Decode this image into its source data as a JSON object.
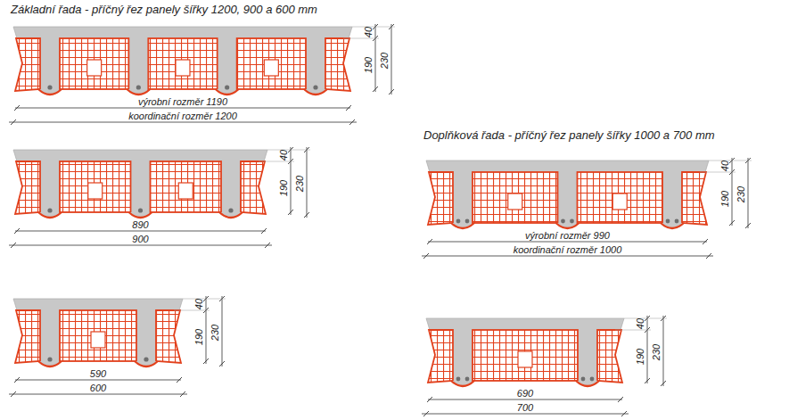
{
  "diagram": {
    "labels": [
      "Základní řada - příčný řez panely šířky 1200, 900 a 600 mm",
      "40",
      "190",
      "230",
      "výrobní rozměr 1190",
      "koordinační rozměr 1200",
      "40",
      "190",
      "230",
      "890",
      "900",
      "40",
      "190",
      "230",
      "590",
      "600",
      "Doplňková řada - příčný řez panely šířky 1000 a 700 mm",
      "40",
      "190",
      "230",
      "výrobní rozměr 990",
      "koordinační rozměr 1000",
      "40",
      "190",
      "230",
      "690",
      "700"
    ]
  }
}
